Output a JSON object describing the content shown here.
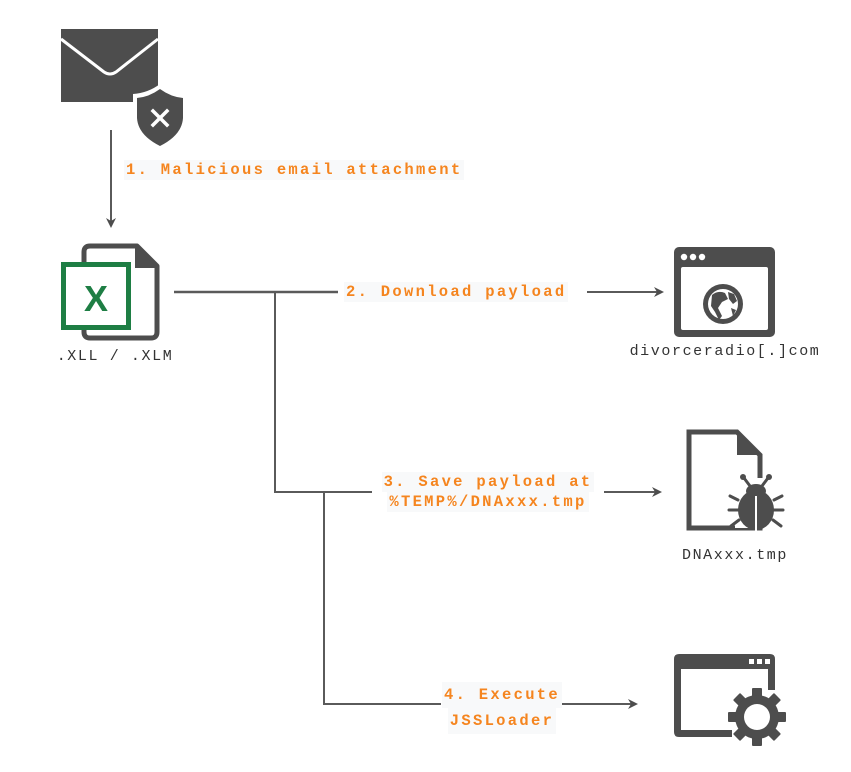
{
  "diagram": {
    "colors": {
      "icon": "#4d4d4d",
      "line": "#5a5a5a",
      "label": "#f5851f",
      "excel_green": "#1e7e44",
      "caption": "#333333"
    },
    "nodes": {
      "email": {
        "icon": "email-shield-blocked-icon"
      },
      "excel": {
        "icon": "excel-file-icon",
        "caption": ".XLL / .XLM"
      },
      "web": {
        "icon": "browser-globe-icon",
        "caption": "divorceradio[.]com"
      },
      "tmpfile": {
        "icon": "file-bug-icon",
        "caption": "DNAxxx.tmp"
      },
      "process": {
        "icon": "window-gear-icon"
      }
    },
    "steps": [
      {
        "lines": [
          "1. Malicious email attachment"
        ]
      },
      {
        "lines": [
          "2. Download payload"
        ]
      },
      {
        "lines": [
          "3. Save payload at",
          "%TEMP%/DNAxxx.tmp"
        ]
      },
      {
        "lines": [
          "4. Execute",
          "JSSLoader"
        ]
      }
    ]
  }
}
